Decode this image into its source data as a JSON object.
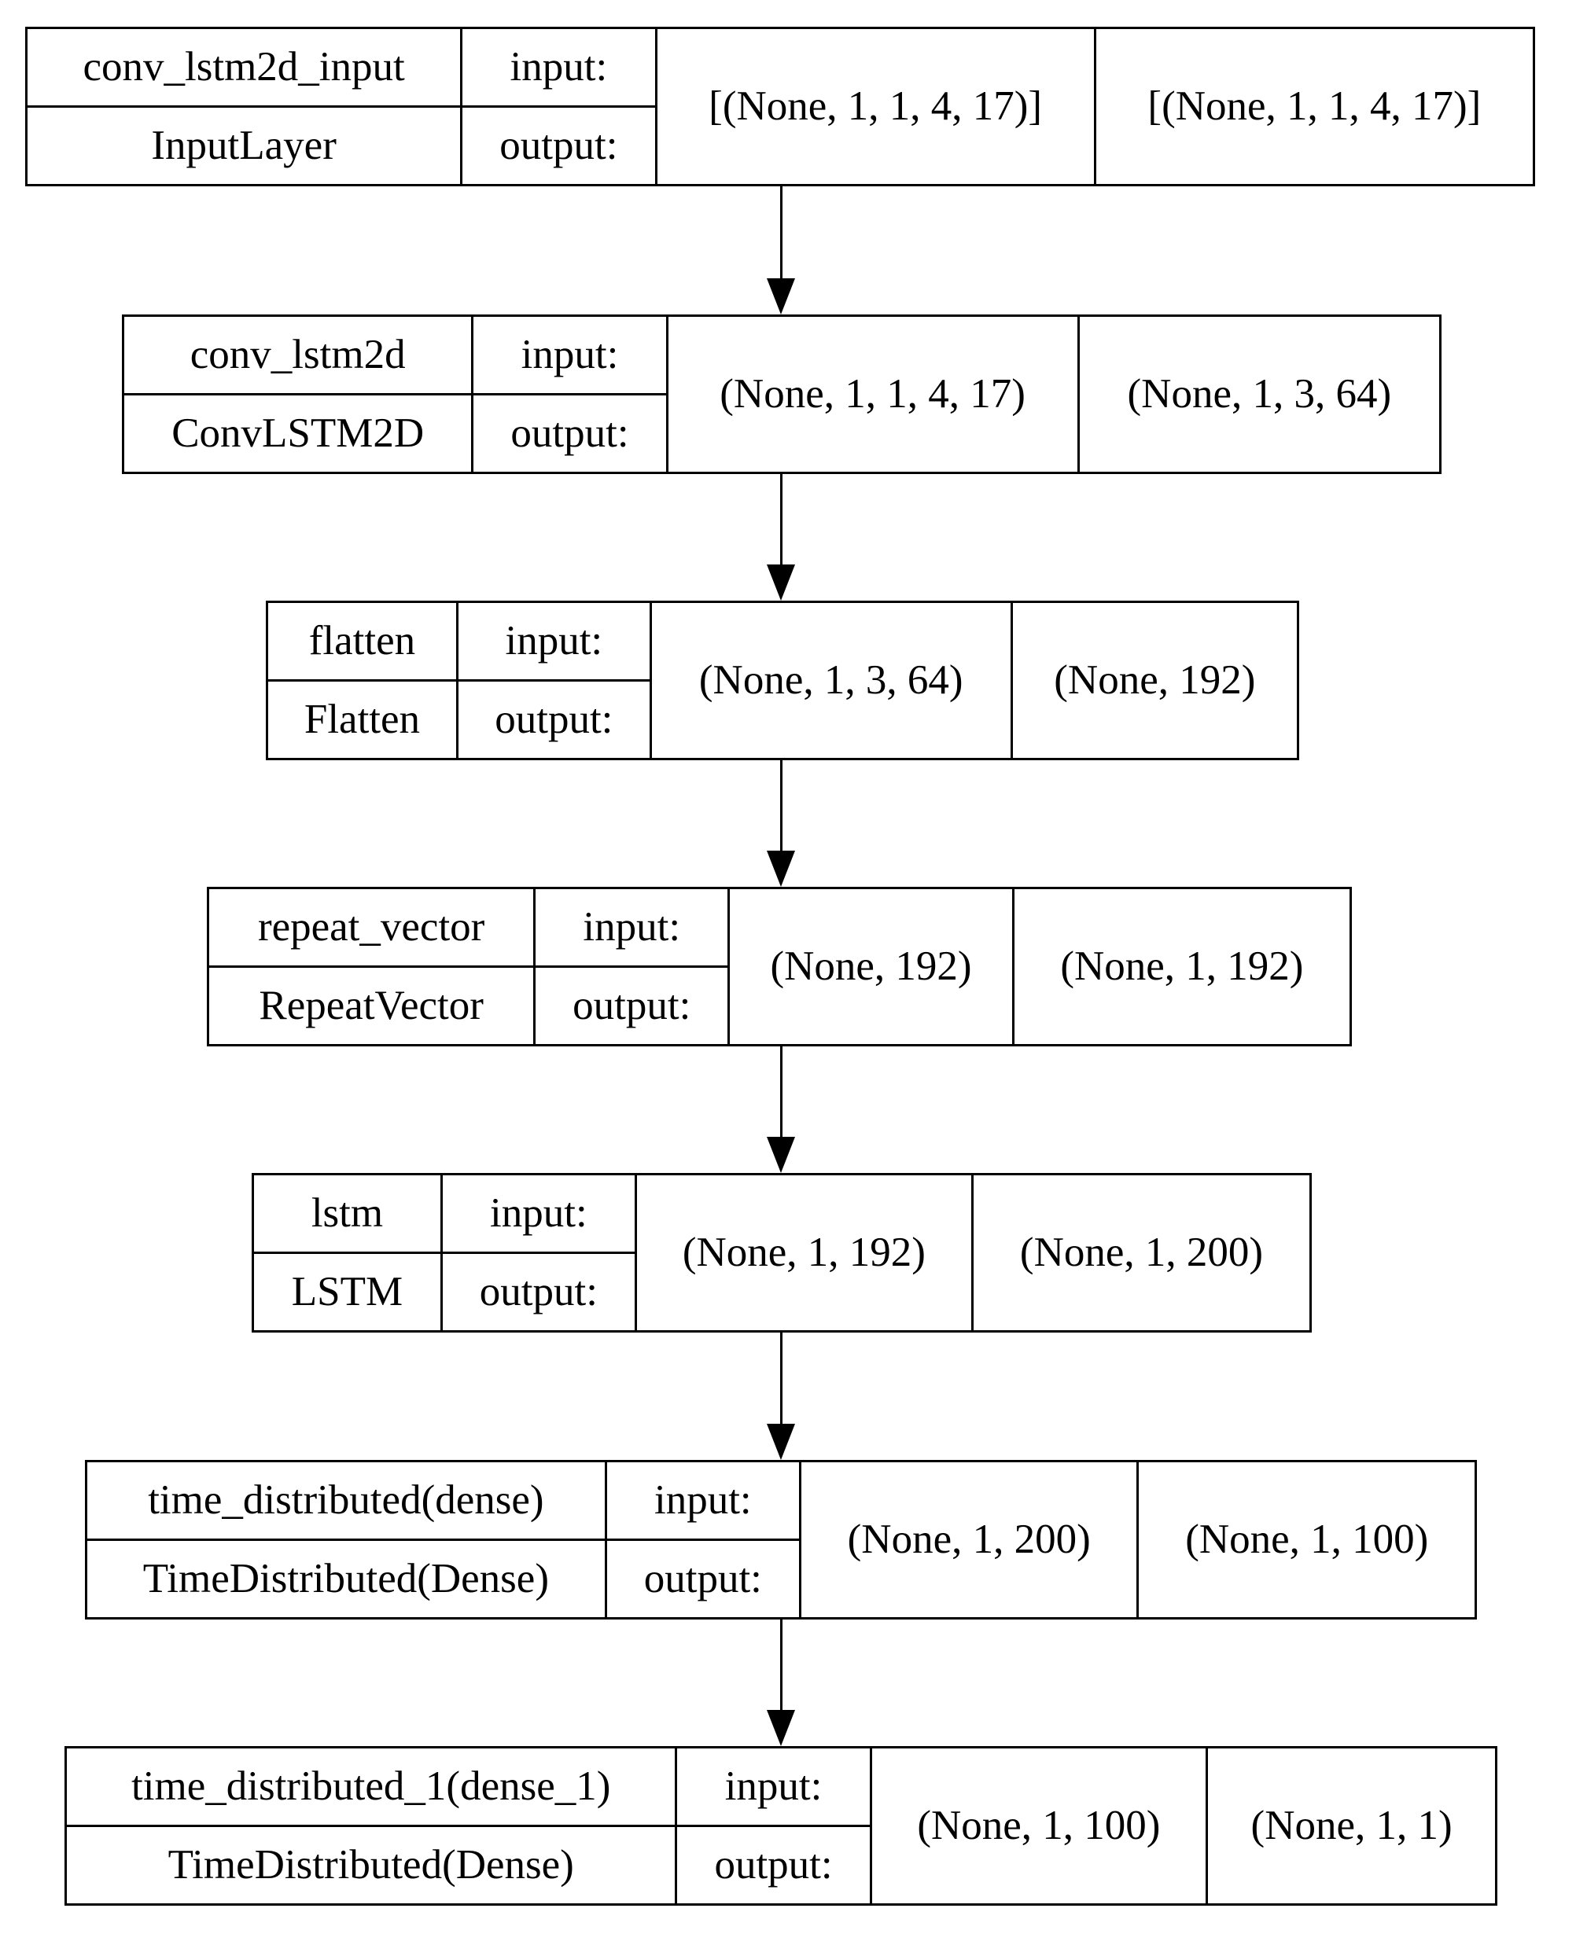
{
  "labels": {
    "input": "input:",
    "output": "output:"
  },
  "layers": [
    {
      "name": "conv_lstm2d_input",
      "type": "InputLayer",
      "input_shape": "[(None, 1, 1, 4, 17)]",
      "output_shape": "[(None, 1, 1, 4, 17)]"
    },
    {
      "name": "conv_lstm2d",
      "type": "ConvLSTM2D",
      "input_shape": "(None, 1, 1, 4, 17)",
      "output_shape": "(None, 1, 3, 64)"
    },
    {
      "name": "flatten",
      "type": "Flatten",
      "input_shape": "(None, 1, 3, 64)",
      "output_shape": "(None, 192)"
    },
    {
      "name": "repeat_vector",
      "type": "RepeatVector",
      "input_shape": "(None, 192)",
      "output_shape": "(None, 1, 192)"
    },
    {
      "name": "lstm",
      "type": "LSTM",
      "input_shape": "(None, 1, 192)",
      "output_shape": "(None, 1, 200)"
    },
    {
      "name": "time_distributed(dense)",
      "type": "TimeDistributed(Dense)",
      "input_shape": "(None, 1, 200)",
      "output_shape": "(None, 1, 100)"
    },
    {
      "name": "time_distributed_1(dense_1)",
      "type": "TimeDistributed(Dense)",
      "input_shape": "(None, 1, 100)",
      "output_shape": "(None, 1, 1)"
    }
  ]
}
